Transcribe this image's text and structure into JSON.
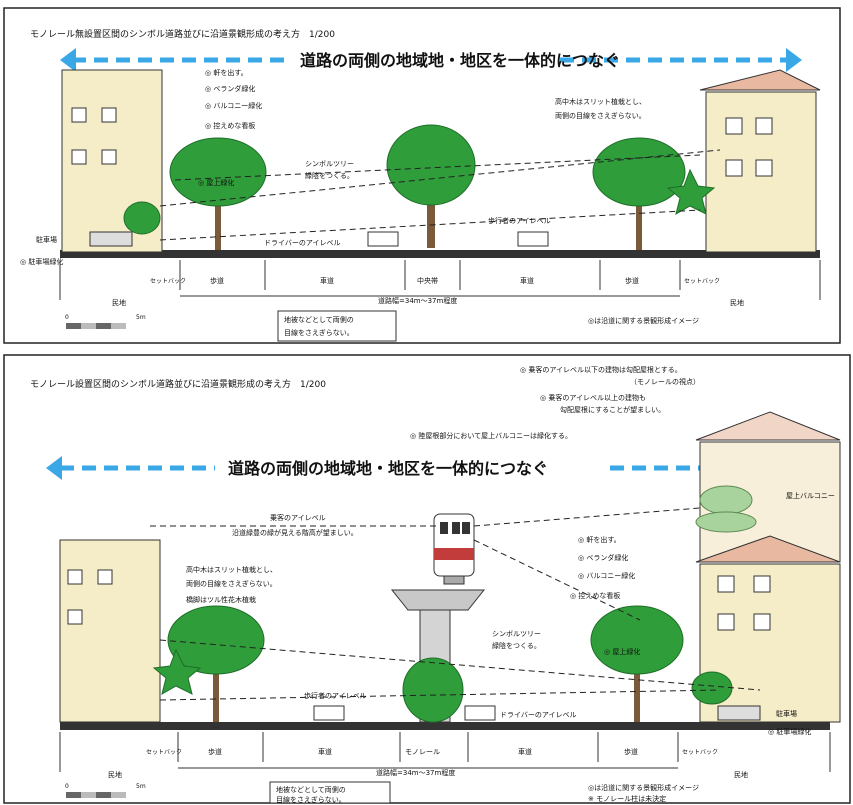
{
  "panel_top": {
    "title": "モノレール無設置区間のシンボル道路並びに沿道景観形成の考え方　1/200",
    "banner": "道路の両側の地域地・地区を一体的につなぐ",
    "notes_left": [
      "◎ 軒を出す。",
      "◎ ベランダ緑化",
      "◎ バルコニー緑化",
      "◎ 控えめな看板"
    ],
    "green_bldg": "◎ 屋上緑化",
    "tree_note": [
      "高中木はスリット植栽とし、",
      "両側の目線をさえぎらない。"
    ],
    "symbol_tree": [
      "シンボルツリー",
      "緑陰をつくる。"
    ],
    "walker_eye": "歩行者のアイレベル",
    "driver_eye": "ドライバーのアイレベル",
    "parking": "駐車場",
    "parking_green": "◎ 駐車場緑化",
    "sections": [
      "セットバック",
      "歩道",
      "車道",
      "中央帯",
      "車道",
      "歩道",
      "セットバック"
    ],
    "land_left": "民地",
    "land_right": "民地",
    "road_width": "道路幅=34m～37m程度",
    "ground_note": [
      "地被などとして両側の",
      "目線をさえぎらない。"
    ],
    "legend": "◎は沿道に関する景観形成イメージ",
    "scale_0": "0",
    "scale_5": "5m"
  },
  "panel_bottom": {
    "title": "モノレール設置区間のシンボル道路並びに沿道景観形成の考え方　1/200",
    "banner": "道路の両側の地域地・地区を一体的につなぐ",
    "notes_right": [
      "◎ 乗客のアイレベル以下の建物は勾配屋根とする。",
      "（モノレールの視点）",
      "◎ 乗客のアイレベル以上の建物も",
      "勾配屋根にすることが望ましい。",
      "◎ 陸屋根部分において屋上バルコニーは緑化する。"
    ],
    "roof_balcony": "屋上バルコニー",
    "passenger_eye": [
      "乗客のアイレベル",
      "沿道緑豊の緑が見える階高が望ましい。"
    ],
    "tree_note": [
      "高中木はスリット植栽とし、",
      "両側の目線をさえぎらない。"
    ],
    "pier_note": "橋脚はツル性花木植栽",
    "notes_right2": [
      "◎ 軒を出す。",
      "◎ ベランダ緑化",
      "◎ バルコニー緑化",
      "◎ 控えめな看板"
    ],
    "green_bldg": "◎ 屋上緑化",
    "symbol_tree": [
      "シンボルツリー",
      "緑陰をつくる。"
    ],
    "walker_eye": "歩行者のアイレベル",
    "driver_eye": "ドライバーのアイレベル",
    "parking": "駐車場",
    "parking_green": "◎ 駐車場緑化",
    "sections": [
      "セットバック",
      "歩道",
      "車道",
      "モノレール",
      "車道",
      "歩道",
      "セットバック"
    ],
    "land_left": "民地",
    "land_right": "民地",
    "road_width": "道路幅=34m～37m程度",
    "ground_note": [
      "地被などとして両側の",
      "目線をさえぎらない。"
    ],
    "legend": [
      "◎は沿道に関する景観形成イメージ",
      "※ モノレール柱は未決定"
    ],
    "scale_0": "0",
    "scale_5": "5m"
  },
  "colors": {
    "arrow": "#3aa7e6",
    "tree": "#2f9e3a",
    "tree_dark": "#1f6e2a",
    "building": "#f5ecc8",
    "roof": "#e8b8a0",
    "monorail": "#c23c3c"
  }
}
